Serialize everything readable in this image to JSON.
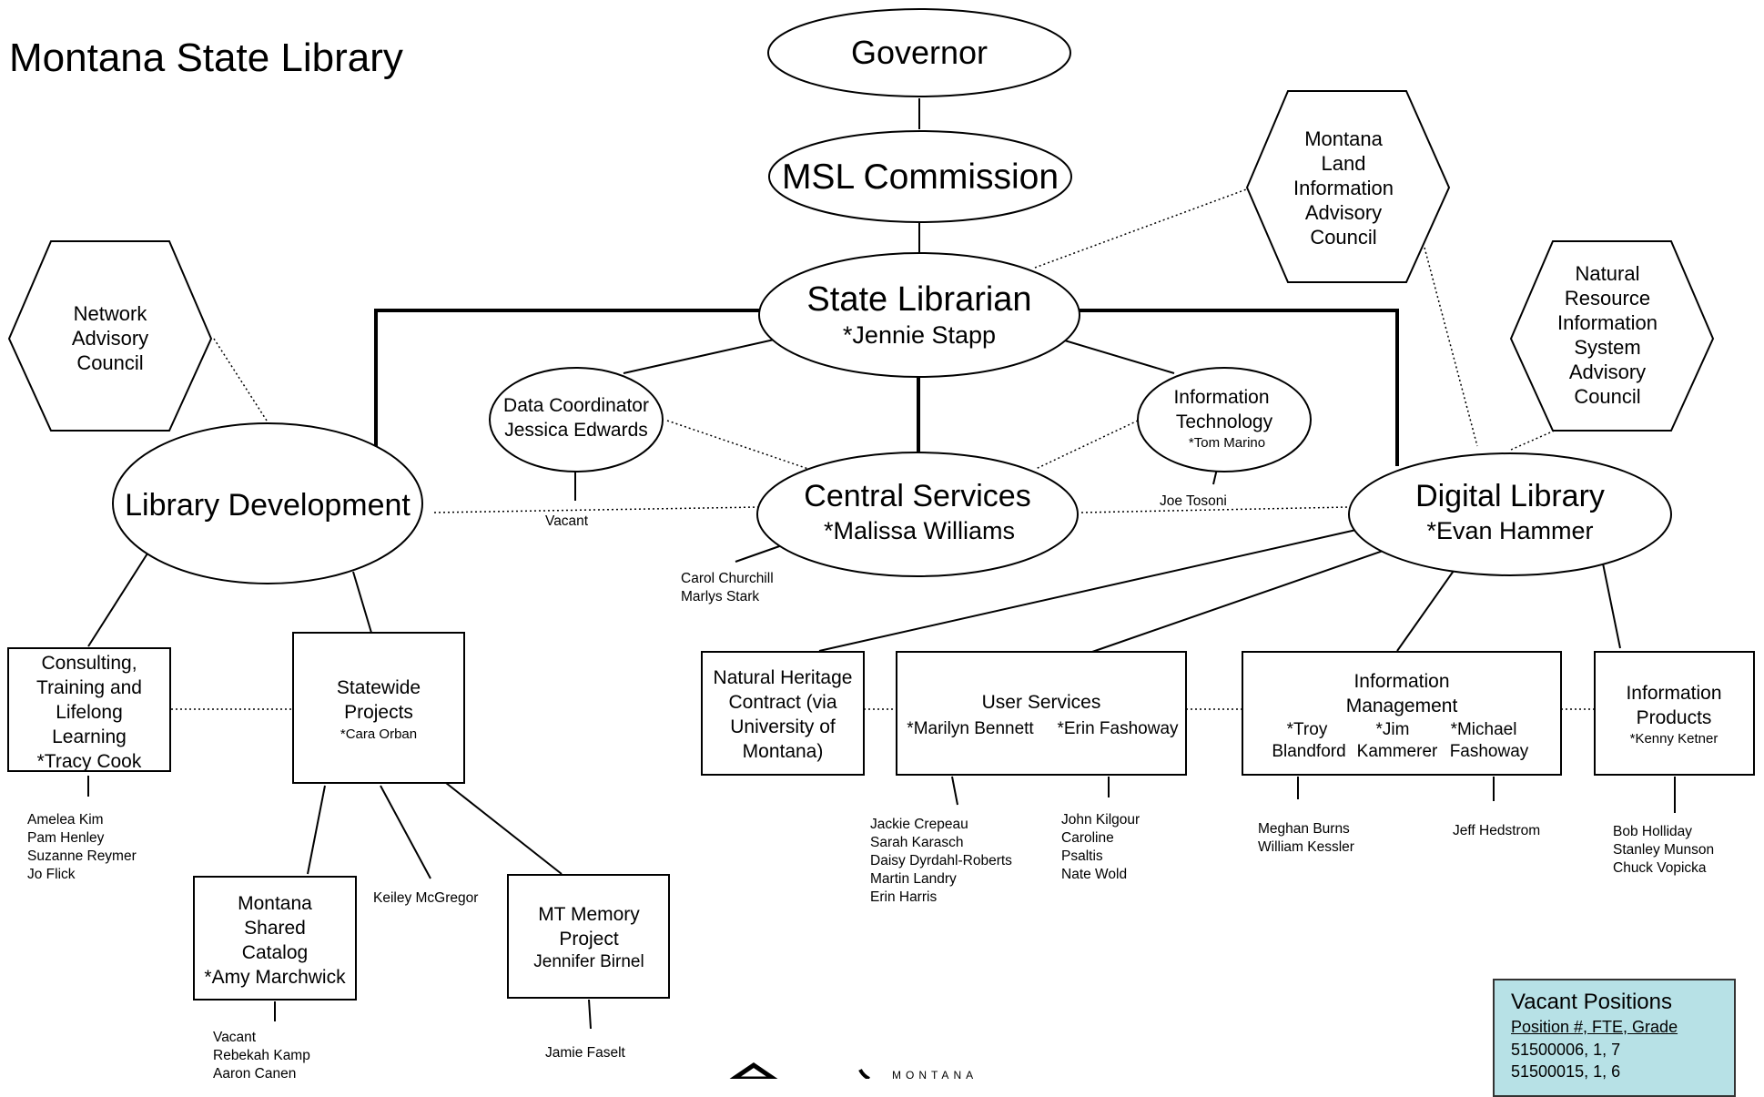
{
  "title": "Montana State Library",
  "nodes": {
    "governor": "Governor",
    "commission": "MSL Commission",
    "state_librarian": {
      "title": "State Librarian",
      "name": "*Jennie Stapp"
    },
    "data_coordinator": {
      "title": "Data Coordinator",
      "name": "Jessica Edwards",
      "staff": [
        "Vacant"
      ]
    },
    "information_technology": {
      "title1": "Information",
      "title2": "Technology",
      "name": "*Tom Marino",
      "staff": [
        "Joe Tosoni"
      ]
    },
    "central_services": {
      "title": "Central Services",
      "name": "*Malissa Williams",
      "staff": [
        "Carol Churchill",
        "Marlys Stark"
      ]
    },
    "library_development": {
      "title": "Library Development"
    },
    "digital_library": {
      "title": "Digital Library",
      "name": "*Evan Hammer"
    },
    "network_advisory": [
      "Network",
      "Advisory",
      "Council"
    ],
    "mlia_council": [
      "Montana",
      "Land",
      "Information",
      "Advisory",
      "Council"
    ],
    "nris_council": [
      "Natural",
      "Resource",
      "Information",
      "System",
      "Advisory",
      "Council"
    ],
    "consulting": {
      "lines": [
        "Consulting,",
        "Training and",
        "Lifelong",
        "Learning",
        "*Tracy Cook"
      ],
      "staff": [
        "Amelea Kim",
        "Pam Henley",
        "Suzanne Reymer",
        "Jo Flick"
      ]
    },
    "statewide": {
      "lines": [
        "Statewide",
        "Projects"
      ],
      "name": "*Cara Orban",
      "staff": [
        "Keiley McGregor"
      ]
    },
    "shared_catalog": {
      "lines": [
        "Montana",
        "Shared",
        "Catalog",
        "*Amy Marchwick"
      ],
      "staff": [
        "Vacant",
        "Rebekah Kamp",
        "Aaron Canen"
      ]
    },
    "mt_memory": {
      "lines": [
        "MT Memory",
        "Project"
      ],
      "name": "Jennifer Birnel",
      "staff": [
        "Jamie Faselt"
      ]
    },
    "natural_heritage": {
      "lines": [
        "Natural Heritage",
        "Contract (via",
        "University of",
        "Montana)"
      ]
    },
    "user_services": {
      "title": "User Services",
      "names": [
        "*Marilyn Bennett",
        "*Erin Fashoway"
      ],
      "staff_left": [
        "Jackie Crepeau",
        "Sarah Karasch",
        "Daisy Dyrdahl-Roberts",
        "Martin Landry",
        "Erin Harris"
      ],
      "staff_right": [
        "John Kilgour",
        "Caroline",
        "Psaltis",
        "Nate Wold"
      ]
    },
    "info_management": {
      "lines": [
        "Information",
        "Management"
      ],
      "names_row1": [
        "*Troy",
        "*Jim",
        "*Michael"
      ],
      "names_row2": [
        "Blandford",
        "Kammerer",
        "Fashoway"
      ],
      "staff_left": [
        "Meghan Burns",
        "William Kessler"
      ],
      "staff_right": [
        "Jeff Hedstrom"
      ]
    },
    "info_products": {
      "lines": [
        "Information",
        "Products"
      ],
      "name": "*Kenny Ketner",
      "staff": [
        "Bob Holliday",
        "Stanley Munson",
        "Chuck Vopicka"
      ]
    }
  },
  "vacant_positions": {
    "title": "Vacant Positions",
    "header": "Position #, FTE, Grade",
    "entries": [
      "51500006, 1, 7",
      "51500015, 1, 6"
    ]
  },
  "logo": {
    "text": "MONTANA"
  }
}
